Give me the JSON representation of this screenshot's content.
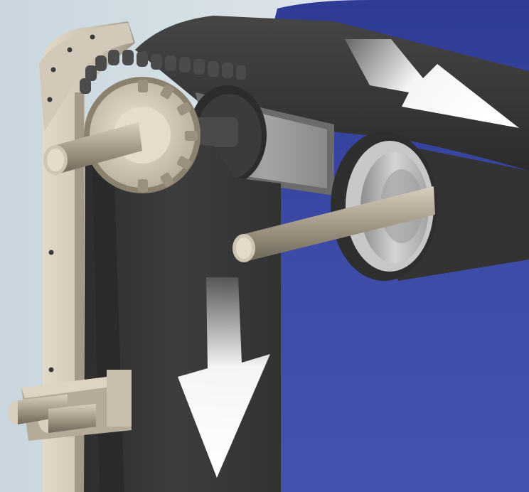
{
  "scene": {
    "subject": "belt-conveyor-roller-mechanism",
    "colors": {
      "sky": "#dbe4ea",
      "blue_panel": "#3a48a2",
      "belt": "#3a3a3a",
      "metal": "#b9b09f",
      "frame": "#cdc3b3",
      "arrow": "#ffffff"
    },
    "icons": [
      "sprocket-gear",
      "drive-chain",
      "roller-drum",
      "axle-shaft",
      "direction-arrow"
    ]
  }
}
